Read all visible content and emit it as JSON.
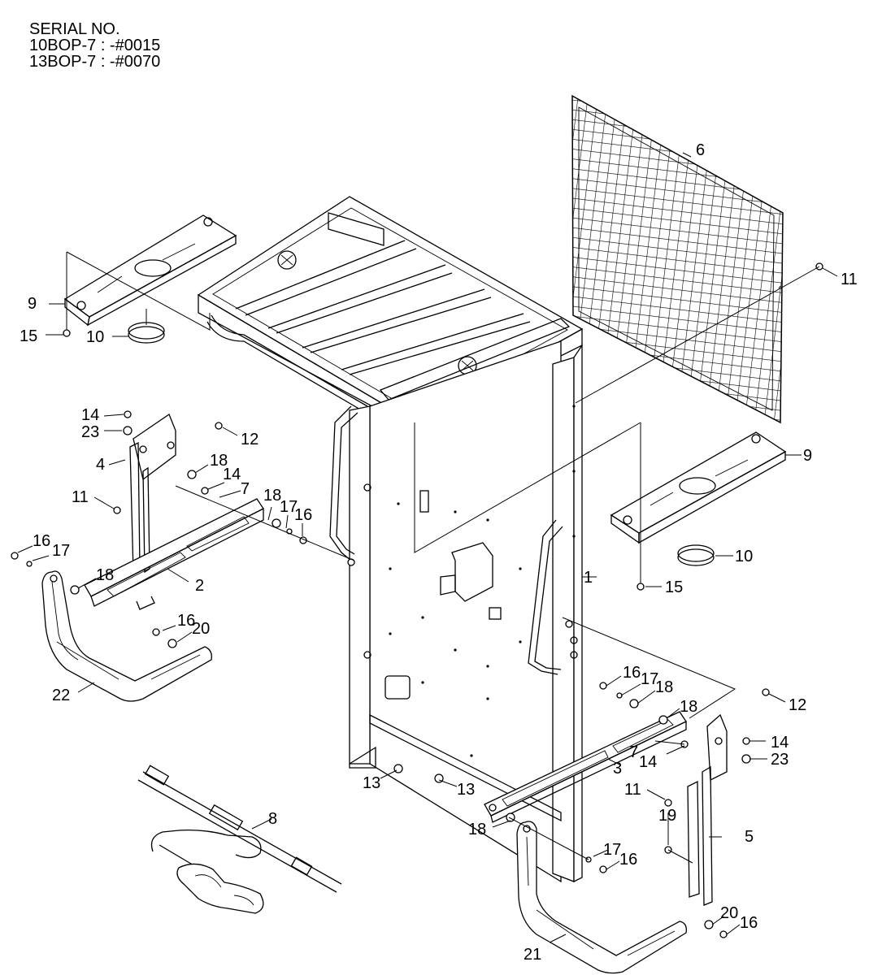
{
  "serial": {
    "heading": "SERIAL NO.",
    "line1": "10BOP-7 : -#0015",
    "line2": "13BOP-7 : -#0070"
  },
  "callouts": [
    {
      "id": "c1",
      "text": "1"
    },
    {
      "id": "c2",
      "text": "2"
    },
    {
      "id": "c3",
      "text": "3"
    },
    {
      "id": "c4",
      "text": "4"
    },
    {
      "id": "c5",
      "text": "5"
    },
    {
      "id": "c6",
      "text": "6"
    },
    {
      "id": "c7a",
      "text": "7"
    },
    {
      "id": "c7b",
      "text": "7"
    },
    {
      "id": "c8",
      "text": "8"
    },
    {
      "id": "c9a",
      "text": "9"
    },
    {
      "id": "c9b",
      "text": "9"
    },
    {
      "id": "c10a",
      "text": "10"
    },
    {
      "id": "c10b",
      "text": "10"
    },
    {
      "id": "c11a",
      "text": "11"
    },
    {
      "id": "c11b",
      "text": "11"
    },
    {
      "id": "c11c",
      "text": "11"
    },
    {
      "id": "c12a",
      "text": "12"
    },
    {
      "id": "c12b",
      "text": "12"
    },
    {
      "id": "c13a",
      "text": "13"
    },
    {
      "id": "c13b",
      "text": "13"
    },
    {
      "id": "c14a",
      "text": "14"
    },
    {
      "id": "c14b",
      "text": "14"
    },
    {
      "id": "c14c",
      "text": "14"
    },
    {
      "id": "c14d",
      "text": "14"
    },
    {
      "id": "c15a",
      "text": "15"
    },
    {
      "id": "c15b",
      "text": "15"
    },
    {
      "id": "c16a",
      "text": "16"
    },
    {
      "id": "c16b",
      "text": "16"
    },
    {
      "id": "c16c",
      "text": "16"
    },
    {
      "id": "c16d",
      "text": "16"
    },
    {
      "id": "c16e",
      "text": "16"
    },
    {
      "id": "c16f",
      "text": "16"
    },
    {
      "id": "c17a",
      "text": "17"
    },
    {
      "id": "c17b",
      "text": "17"
    },
    {
      "id": "c17c",
      "text": "17"
    },
    {
      "id": "c17d",
      "text": "17"
    },
    {
      "id": "c18a",
      "text": "18"
    },
    {
      "id": "c18b",
      "text": "18"
    },
    {
      "id": "c18c",
      "text": "18"
    },
    {
      "id": "c18d",
      "text": "18"
    },
    {
      "id": "c18e",
      "text": "18"
    },
    {
      "id": "c18f",
      "text": "18"
    },
    {
      "id": "c19",
      "text": "19"
    },
    {
      "id": "c20a",
      "text": "20"
    },
    {
      "id": "c20b",
      "text": "20"
    },
    {
      "id": "c21",
      "text": "21"
    },
    {
      "id": "c22",
      "text": "22"
    },
    {
      "id": "c23a",
      "text": "23"
    },
    {
      "id": "c23b",
      "text": "23"
    }
  ]
}
